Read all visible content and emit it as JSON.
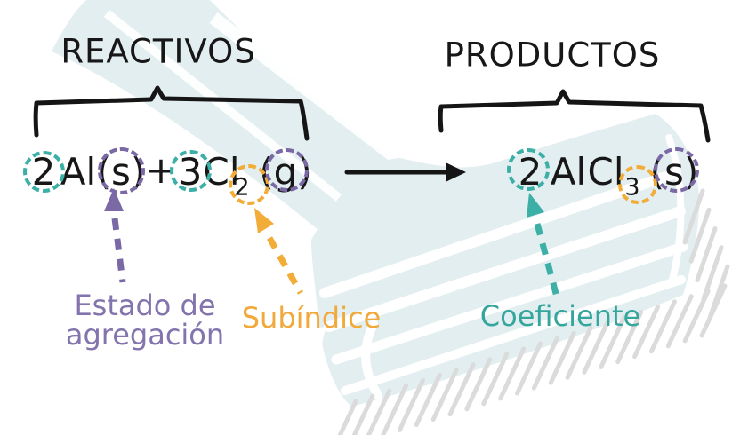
{
  "headers": {
    "reactants_label": "REACTIVOS",
    "products_label": "PRODUCTOS"
  },
  "equation": {
    "reactants": {
      "coef_al": "2",
      "al": "Al",
      "state_al": "(s)",
      "plus": "+",
      "coef_cl": "3",
      "cl": "Cl",
      "cl_subscript": "2",
      "state_cl": "(g)"
    },
    "products": {
      "coef": "2",
      "al": "Al",
      "cl": "Cl",
      "cl_subscript": "3",
      "state": "(s)"
    }
  },
  "annotations": {
    "state_line1": "Estado de",
    "state_line2": "agregación",
    "subscript_label": "Subíndice",
    "coefficient_label": "Coeficiente"
  },
  "colors": {
    "teal": "#3cafa6",
    "purple": "#7b69a5",
    "yellow": "#f2ac38",
    "ink": "#171717",
    "book_fill": "#e3eef0",
    "fringe_gray": "#dbdbdb"
  }
}
